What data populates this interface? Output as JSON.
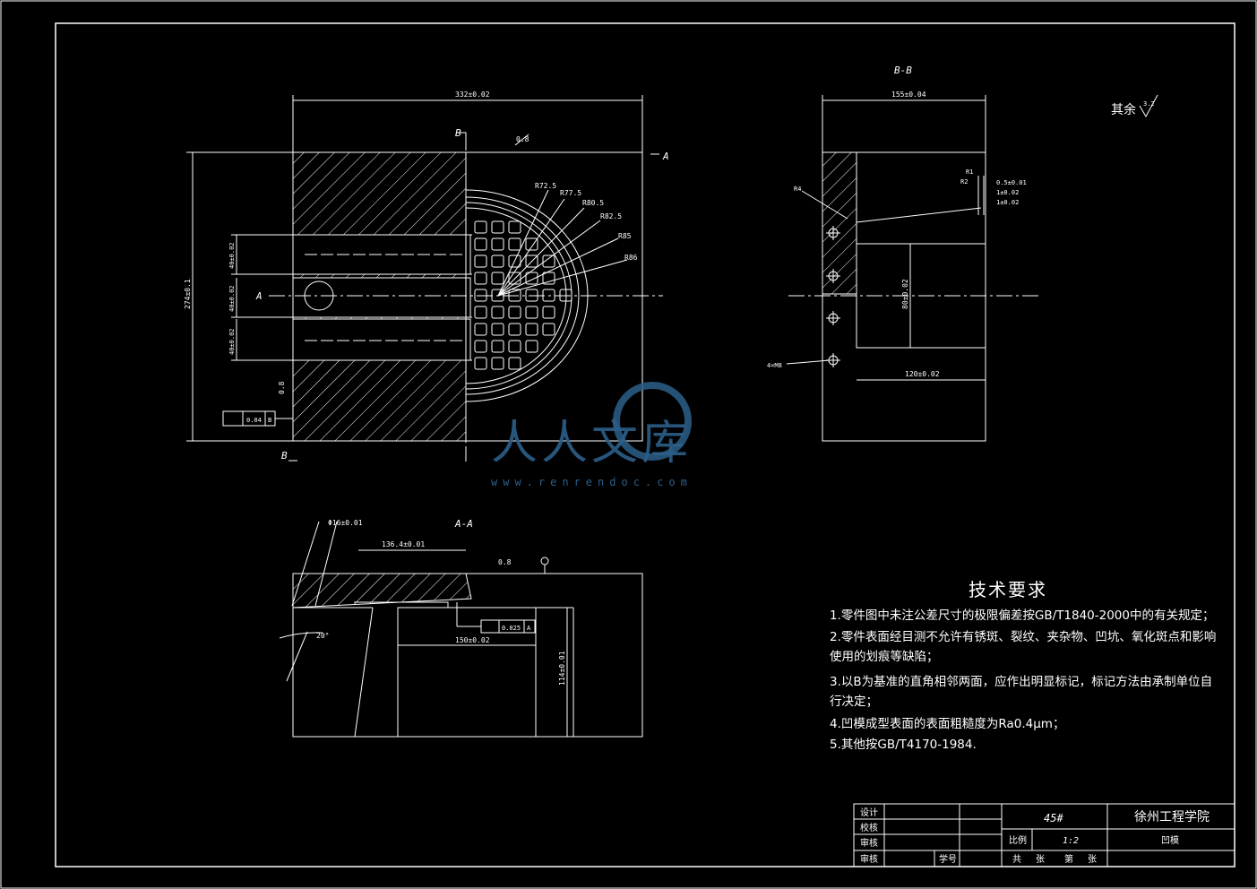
{
  "drawing": {
    "section_bb_label": "B-B",
    "section_aa_label": "A-A",
    "label_a": "A",
    "label_b": "B",
    "rest_finish": "其余",
    "rest_roughness": "3.2"
  },
  "dimensions": {
    "width_332": "332±0.02",
    "height_274": "274±0.1",
    "d_40a": "40±0.02",
    "d_40b": "40±0.02",
    "d_40c": "40±0.02",
    "r72": "R72.5",
    "r77": "R77.5",
    "r80": "R80.5",
    "r82": "R82.5",
    "r85": "R85",
    "r86": "R86",
    "bb_top": "155±0.04",
    "bb_height": "80±0.02",
    "bb_bottom": "120±0.02",
    "bb_r1": "R1",
    "bb_r2": "R2",
    "bb_05": "0.5±0.01",
    "bb_1a": "1±0.02",
    "bb_1b": "1±0.02",
    "bb_holes": "4×M8",
    "bb_r4": "R4",
    "aa_dia": "Φ16±0.01",
    "aa_136": "136.4±0.01",
    "aa_150": "150±0.02",
    "aa_114": "114±0.01",
    "aa_angle": "20°",
    "aa_rough": "0.8",
    "tol_parallel": "0.025",
    "tol_datum": "A",
    "tol_perp": "0.04",
    "tol_perp_datum": "B",
    "rough_main": "0.8",
    "rough_side": "0.8"
  },
  "tech": {
    "title": "技术要求",
    "items": [
      "1.零件图中未注公差尺寸的极限偏差按GB/T1840-2000中的有关规定；",
      "2.零件表面经目测不允许有锈斑、裂纹、夹杂物、凹坑、氧化斑点和影响",
      "使用的划痕等缺陷；",
      "3.以B为基准的直角相邻两面，应作出明显标记，标记方法由承制单位自",
      "行决定；",
      "4.凹模成型表面的表面粗糙度为Ra0.4μm；",
      "5.其他按GB/T4170-1984."
    ]
  },
  "title_block": {
    "design": "设计",
    "check": "校核",
    "audit": "审核",
    "approve": "审核",
    "student_no": "学号",
    "material": "45#",
    "school": "徐州工程学院",
    "scale_label": "比例",
    "scale": "1:2",
    "part_name": "凹模",
    "total": "共",
    "sheet": "张",
    "page": "第",
    "sheet2": "张"
  },
  "watermark": {
    "brand": "人人文库",
    "url": "www.renrendoc.com"
  }
}
